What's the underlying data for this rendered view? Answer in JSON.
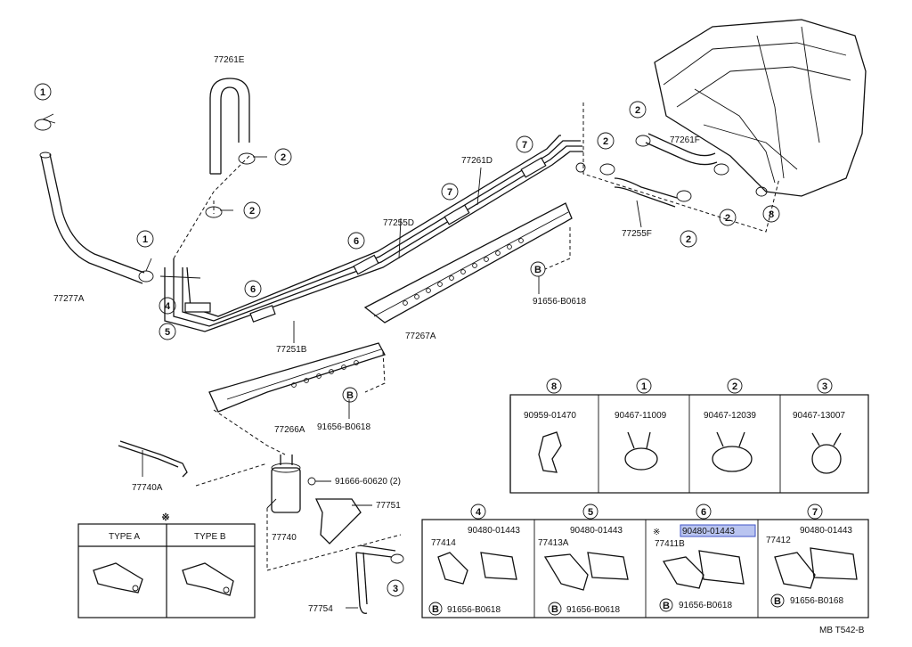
{
  "parts": {
    "p77261E": "77261E",
    "p77277A": "77277A",
    "p77261D": "77261D",
    "p77255D": "77255D",
    "p77251B": "77251B",
    "p77267A": "77267A",
    "p77266A": "77266A",
    "p77261F": "77261F",
    "p77255F": "77255F",
    "p91656_top": "91656-B0618",
    "p91656_mid": "91656-B0618",
    "p77740A": "77740A",
    "p91666": "91666-60620 (2)",
    "p77751": "77751",
    "p77740": "77740",
    "p77754": "77754"
  },
  "callouts": {
    "c1": "1",
    "c2": "2",
    "c3": "3",
    "c4": "4",
    "c5": "5",
    "c6": "6",
    "c7": "7",
    "c8": "8",
    "cB": "B"
  },
  "type_box": {
    "mark": "※",
    "type_a": "TYPE A",
    "type_b": "TYPE B"
  },
  "clip_table": {
    "h8": "8",
    "n8": "90959-01470",
    "h1": "1",
    "n1": "90467-11009",
    "h2": "2",
    "n2": "90467-12039",
    "h3": "3",
    "n3": "90467-13007"
  },
  "bottom_table": {
    "h4": "4",
    "n4": "90480-01443",
    "s4": "77414",
    "b4": "91656-B0618",
    "h5": "5",
    "n5": "90480-01443",
    "s5": "77413A",
    "b5": "91656-B0618",
    "h6": "6",
    "n6": "90480-01443",
    "s6": "77411B",
    "mark6": "※",
    "b6": "91656-B0618",
    "h7": "7",
    "n7": "90480-01443",
    "s7": "77412",
    "b7": "91656-B0168"
  },
  "footer": {
    "code": "MB T542-B"
  }
}
